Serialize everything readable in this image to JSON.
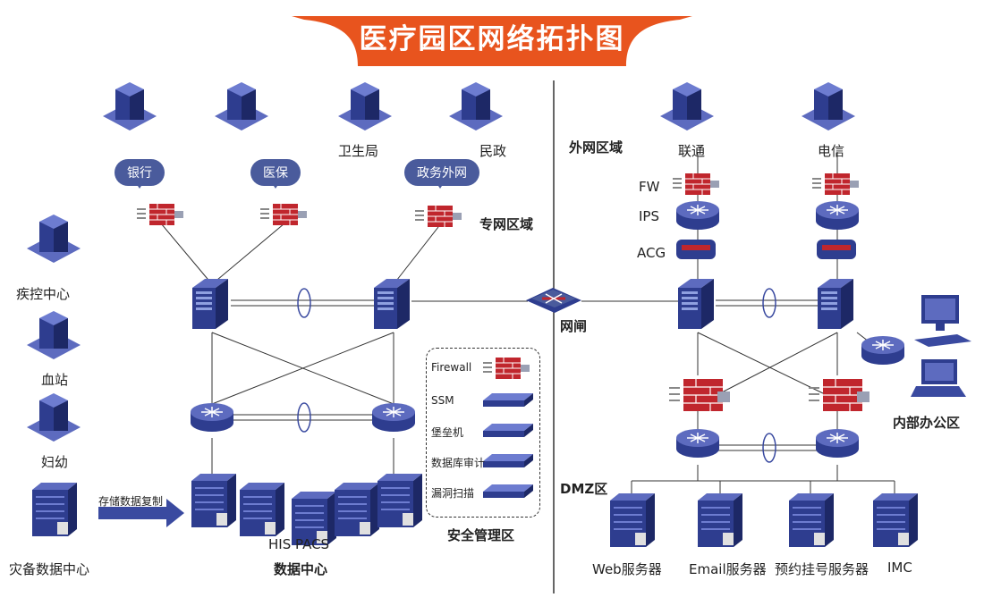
{
  "title": "医疗园区网络拓扑图",
  "zones": {
    "external": "外网区域",
    "private": "专网区域",
    "gatekeeper": "网闸",
    "dmz": "DMZ区",
    "office": "内部办公区",
    "security": "安全管理区",
    "datacenter": "数据中心"
  },
  "partners": {
    "bank": "银行",
    "insurance": "医保",
    "egov": "政务外网",
    "health_bureau": "卫生局",
    "civil_affairs": "民政"
  },
  "isps": {
    "unicom": "联通",
    "telecom": "电信"
  },
  "security_chain": [
    "FW",
    "IPS",
    "ACG"
  ],
  "branches": [
    "疾控中心",
    "血站",
    "妇幼"
  ],
  "disaster": {
    "name": "灾备数据中心",
    "link": "存储数据复制"
  },
  "datacenter_systems": "HIS PACS",
  "security_devices": [
    "Firewall",
    "SSM",
    "堡垒机",
    "数据库审计",
    "漏洞扫描"
  ],
  "dmz_servers": [
    "Web服务器",
    "Email服务器",
    "预约挂号服务器",
    "IMC"
  ],
  "colors": {
    "banner": "#e8541e",
    "device": "#2e3d8f",
    "device_light": "#5d6bbf",
    "firewall": "#c0262d",
    "cloud": "#4a5b9c"
  }
}
